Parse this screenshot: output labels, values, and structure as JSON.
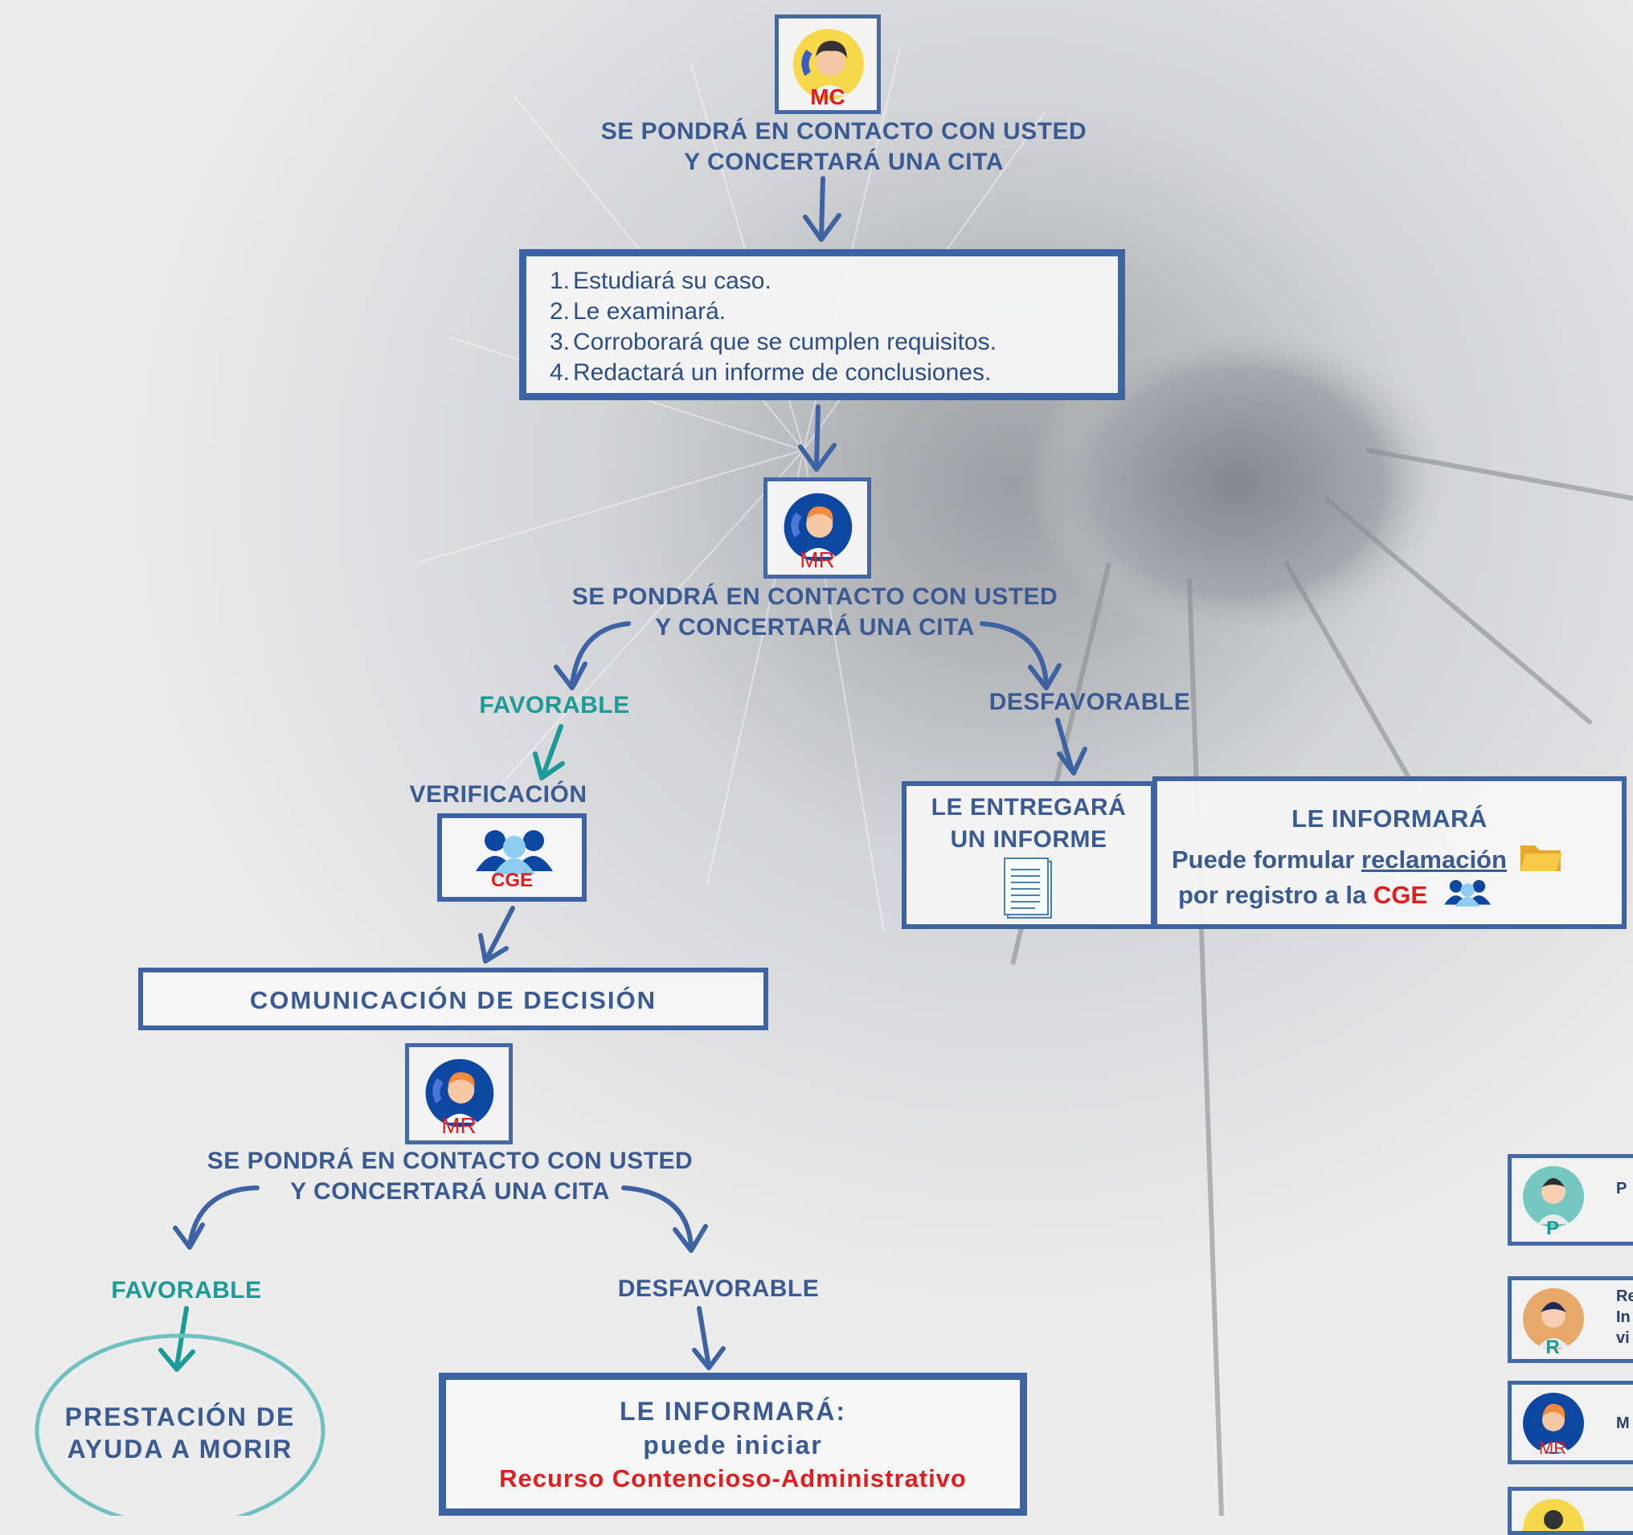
{
  "top": {
    "avatar_label": "MC",
    "heading_line1": "SE PONDRÁ EN CONTACTO CON USTED",
    "heading_line2": "Y CONCERTARÁ UNA CITA"
  },
  "steps": {
    "items": [
      {
        "num": "1.",
        "text": "Estudiará su caso."
      },
      {
        "num": "2.",
        "text": "Le examinará."
      },
      {
        "num": "3.",
        "text": "Corroborará que se cumplen requisitos."
      },
      {
        "num": "4.",
        "text": "Redactará un informe de conclusiones."
      }
    ]
  },
  "mr1": {
    "avatar_label": "MR",
    "heading_line1": "SE PONDRÁ EN CONTACTO CON USTED",
    "heading_line2": "Y CONCERTARÁ UNA CITA"
  },
  "branch1": {
    "favorable": "FAVORABLE",
    "desfavorable": "DESFAVORABLE"
  },
  "verification": {
    "label": "VERIFICACIÓN",
    "avatar_label": "CGE"
  },
  "report": {
    "line1": "LE ENTREGARÁ",
    "line2": "UN INFORME"
  },
  "inform_box": {
    "title": "LE INFORMARÁ",
    "line2_prefix": "Puede formular ",
    "line2_link": "reclamación",
    "line3_prefix": "por registro a la ",
    "line3_highlight": "CGE"
  },
  "decision": {
    "label": "COMUNICACIÓN DE DECISIÓN"
  },
  "mr2": {
    "avatar_label": "MR",
    "heading_line1": "SE PONDRÁ EN CONTACTO CON USTED",
    "heading_line2": "Y CONCERTARÁ UNA CITA"
  },
  "branch2": {
    "favorable": "FAVORABLE",
    "desfavorable": "DESFAVORABLE"
  },
  "outcome": {
    "line1": "PRESTACIÓN DE",
    "line2": "AYUDA A MORIR"
  },
  "final_box": {
    "line1": "LE INFORMARÁ:",
    "line2": "puede iniciar",
    "line3": "Recurso Contencioso-Administrativo"
  },
  "legend": {
    "p": {
      "avatar_label": "P",
      "text": "P"
    },
    "r": {
      "avatar_label": "R",
      "text_line1": "Re",
      "text_line2": "In",
      "text_line3": "vi"
    },
    "mr": {
      "avatar_label": "MR",
      "text": "M"
    }
  },
  "colors": {
    "primary": "#3e63a3",
    "teal": "#1b9a98",
    "red": "#e21d1d",
    "avatar_dark": "#0d47a1"
  },
  "icons": [
    "phone-person-icon",
    "group-icon",
    "document-icon",
    "folder-icon"
  ]
}
